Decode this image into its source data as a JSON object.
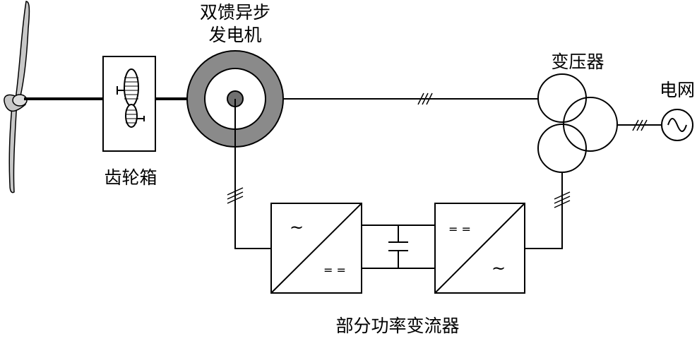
{
  "labels": {
    "generator_line1": "双馈异步",
    "generator_line2": "发电机",
    "gearbox": "齿轮箱",
    "transformer": "变压器",
    "grid": "电网",
    "converter": "部分功率变流器"
  },
  "symbols": {
    "ac": "~",
    "dc": "= ="
  },
  "colors": {
    "line": "#000000",
    "stator_ring": "#8a8a8a",
    "rotor": "#707070",
    "blade": "#c8c8c8"
  },
  "icons": [
    "wind-turbine-rotor-icon",
    "gear-icon",
    "capacitor-icon",
    "ac-source-icon"
  ]
}
